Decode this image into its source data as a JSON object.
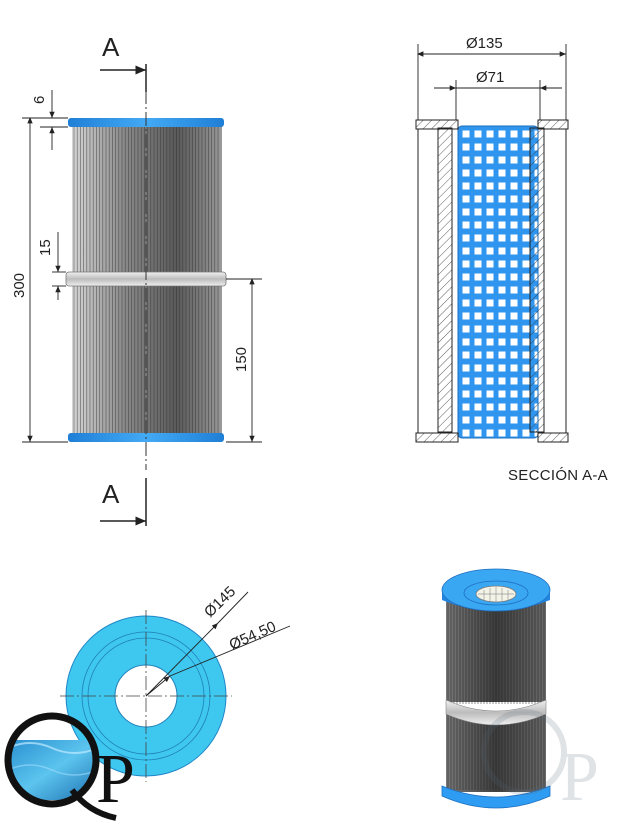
{
  "front_view": {
    "section_mark": "A",
    "dims": {
      "rim": "6",
      "band": "15",
      "height": "300",
      "half_height": "150"
    }
  },
  "section_view": {
    "dims": {
      "outer_diameter": "Ø135",
      "inner_diameter": "Ø71"
    },
    "label": "SECCIÓN A-A"
  },
  "top_view": {
    "dims": {
      "outer_diameter": "Ø145",
      "inner_diameter": "Ø54,50"
    }
  },
  "logo": {
    "text": "QP"
  },
  "colors": {
    "cap_blue": "#2e9cf2",
    "face_blue": "#3fc8ef",
    "pleat_dark": "#4a4a4a",
    "line": "#222222"
  }
}
